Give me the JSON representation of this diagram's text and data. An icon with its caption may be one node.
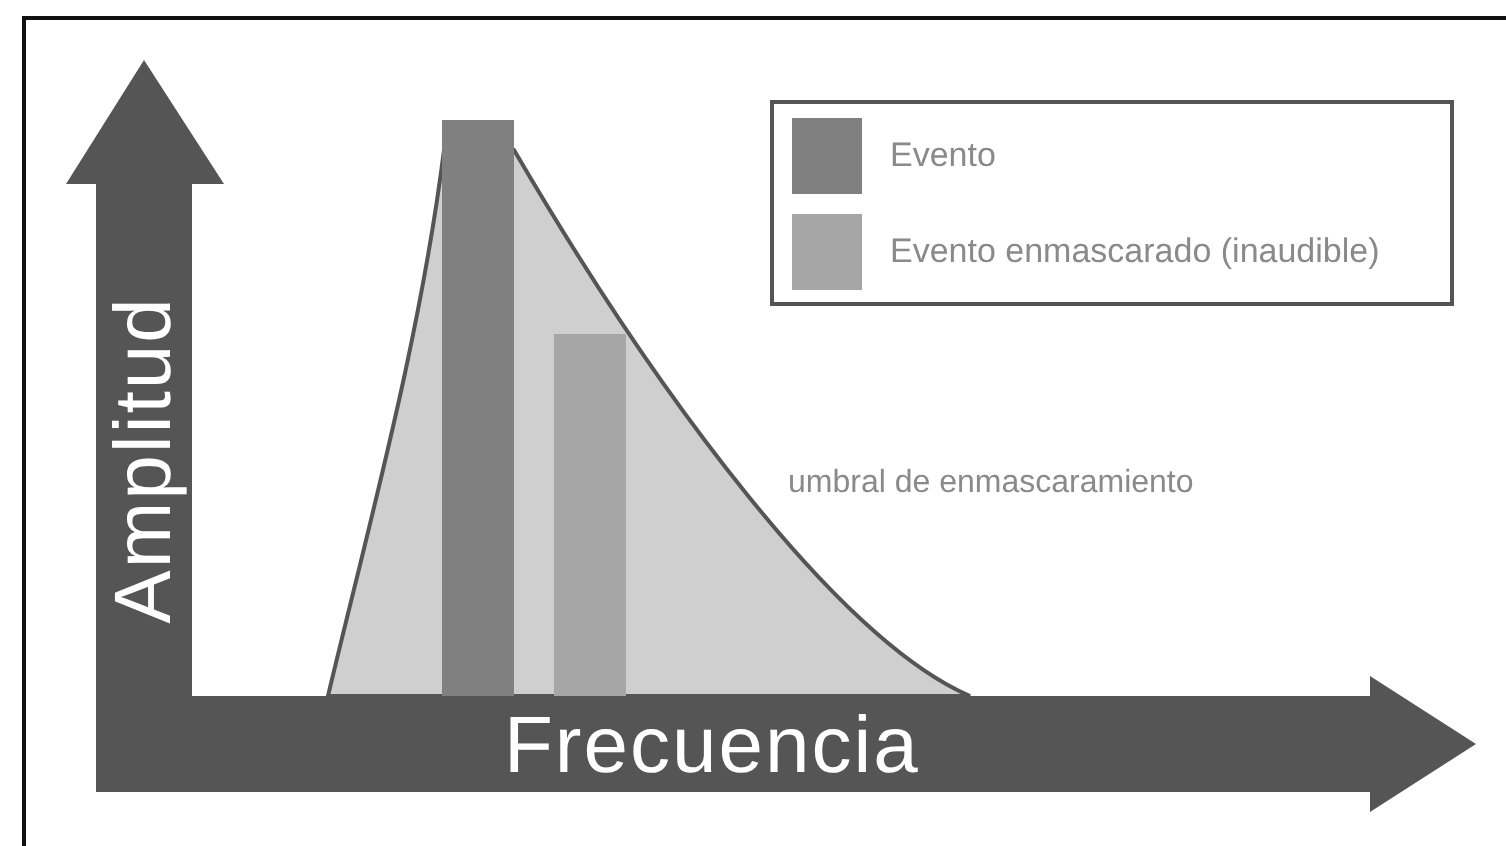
{
  "diagram": {
    "labels": [
      "Amplitud",
      "Frecuencia",
      "umbral de enmascaramiento"
    ],
    "legend": [
      {
        "text": "Evento",
        "color": "#808080"
      },
      {
        "text": "Evento enmascarado (inaudible)",
        "color": "#a6a6a6"
      }
    ]
  }
}
